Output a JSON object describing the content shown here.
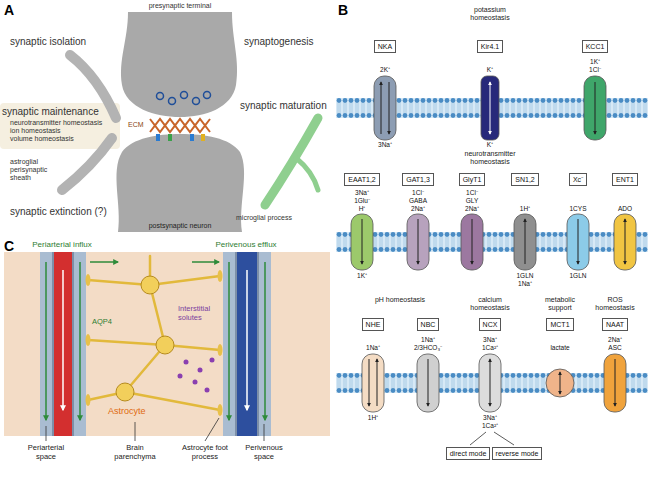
{
  "diagram": {
    "nodes": [
      {
        "text": [
          "NKA"
        ]
      },
      {
        "text": [
          "Kir4.1"
        ]
      },
      {
        "text": [
          "KCC1"
        ]
      },
      {
        "text": [
          "EAAT1,2"
        ]
      },
      {
        "text": [
          "GAT1,3"
        ]
      },
      {
        "text": [
          "GlyT1"
        ]
      },
      {
        "text": [
          "SN1,2"
        ]
      },
      {
        "text": [
          "Xc⁻"
        ]
      },
      {
        "text": [
          "ENT1"
        ]
      },
      {
        "text": [
          "NHE"
        ]
      },
      {
        "text": [
          "NBC"
        ]
      },
      {
        "text": [
          "NCX"
        ]
      },
      {
        "text": [
          "MCT1"
        ]
      },
      {
        "text": [
          "NAAT"
        ]
      },
      {
        "text": [
          "direct mode"
        ]
      },
      {
        "text": [
          "reverse mode"
        ]
      }
    ],
    "labels": [
      "A",
      "presynaptic terminal",
      "synaptic isolation",
      "synaptogenesis",
      "synaptic maturation",
      "synaptic maintenance",
      "neurotransmitter homeostasis",
      "ion homeostasis",
      "volume homeostasis",
      "ECM",
      "astroglial perisynaptic sheath",
      "microglial process",
      "synaptic extinction (?)",
      "postsynaptic neuron",
      "B",
      "potassium homeostasis",
      "2K⁺",
      "3Na⁺",
      "K⁺",
      "K⁺",
      "1K⁺",
      "1Cl⁻",
      "neurotransmitter homeostasis",
      "3Na⁺",
      "1Glu⁻",
      "H⁺",
      "1K⁺",
      "1Cl⁻",
      "GABA",
      "2Na⁺",
      "1Cl⁻",
      "GLY",
      "2Na⁺",
      "1H⁺",
      "1GLN",
      "1Na⁺",
      "1CYS",
      "1GLN",
      "ADO",
      "pH homeostasis",
      "calcium homeostasis",
      "metabolic support",
      "ROS homeostasis",
      "1Na⁺",
      "1H⁺",
      "1Na⁺",
      "2/3HCO₃⁻",
      "3Na⁺",
      "1Ca²⁺",
      "3Na⁺",
      "1Ca²⁺",
      "lactate",
      "2Na⁺",
      "ASC",
      "C",
      "Periarterial influx",
      "Perivenous efflux",
      "AQP4",
      "Interstitial solutes",
      "Astrocyte",
      "Periarterial space",
      "Brain parenchyma",
      "Astrocyte foot process",
      "Perivenous space"
    ]
  }
}
